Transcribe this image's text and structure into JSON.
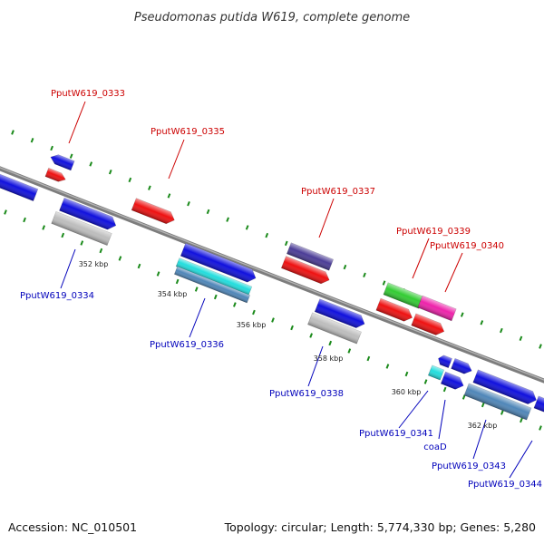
{
  "header": {
    "title": "Pseudomonas putida W619, complete genome"
  },
  "footer": {
    "accession": "Accession: NC_010501",
    "summary": "Topology: circular; Length: 5,774,330 bp; Genes: 5,280"
  },
  "colors": {
    "forward_label": "#cc0000",
    "reverse_label": "#0000bb",
    "backbone": "#7d7d7d",
    "tick": "#1b8a1b",
    "gene_blue": "#1010dd",
    "gene_red": "#ee1111",
    "gene_silver": "#bdbdbd",
    "gene_cyan": "#22dddd",
    "gene_steel": "#4f86b8",
    "gene_purple": "#4b3c96",
    "gene_green": "#33cc33",
    "gene_magenta": "#ee22aa"
  },
  "ticks": [
    "352 kbp",
    "354 kbp",
    "356 kbp",
    "358 kbp",
    "360 kbp",
    "362 kbp"
  ],
  "labels_forward": [
    "PputW619_0333",
    "PputW619_0335",
    "PputW619_0337",
    "PputW619_0339",
    "PputW619_0340"
  ],
  "labels_reverse": [
    "PputW619_0334",
    "PputW619_0336",
    "PputW619_0338",
    "PputW619_0341",
    "coaD",
    "PputW619_0343",
    "PputW619_0344"
  ]
}
